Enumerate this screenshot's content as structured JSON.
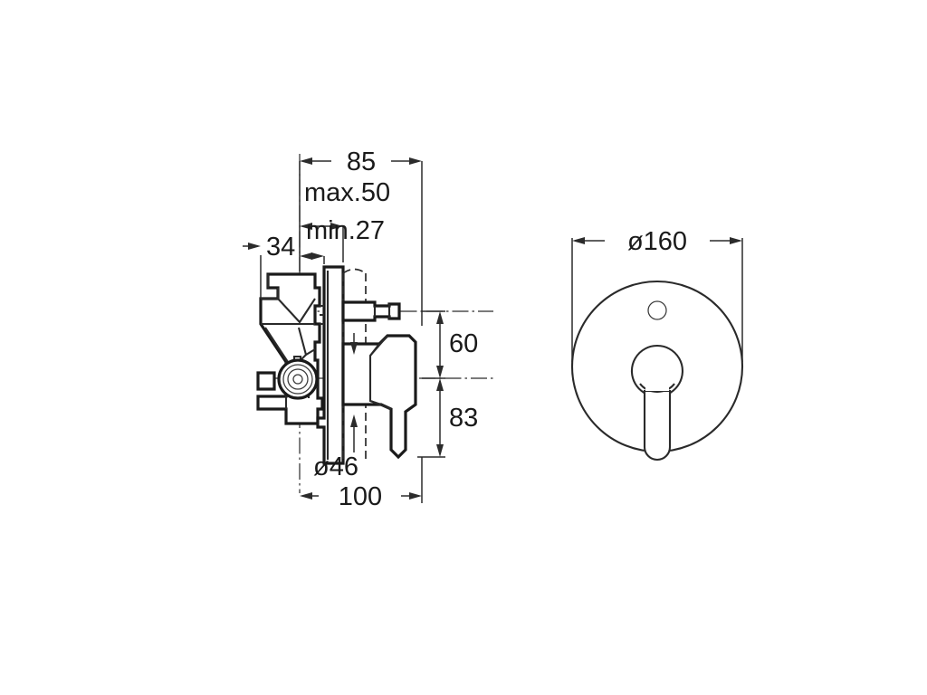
{
  "document": {
    "type": "technical-drawing",
    "subject": "Built-in bath/shower mixer with diverter",
    "background_color": "#ffffff",
    "line_color": "#1a1a1a"
  },
  "views": {
    "side": {
      "name": "side-section-view",
      "label": ""
    },
    "front": {
      "name": "front-view",
      "label": ""
    }
  },
  "dimensions": {
    "side_view": [
      {
        "id": "d-85",
        "value": "85",
        "orientation": "horizontal",
        "position": "top"
      },
      {
        "id": "d-max50",
        "value": "max.50",
        "orientation": "horizontal",
        "position": "top"
      },
      {
        "id": "d-min27",
        "value": "min.27",
        "orientation": "horizontal",
        "position": "top"
      },
      {
        "id": "d-34",
        "value": "34",
        "orientation": "horizontal",
        "position": "top-left"
      },
      {
        "id": "d-60",
        "value": "60",
        "orientation": "vertical",
        "position": "right"
      },
      {
        "id": "d-83",
        "value": "83",
        "orientation": "vertical",
        "position": "right"
      },
      {
        "id": "d-diam46",
        "value": "ø46",
        "orientation": "vertical",
        "position": "bottom"
      },
      {
        "id": "d-100",
        "value": "100",
        "orientation": "horizontal",
        "position": "bottom"
      }
    ],
    "front_view": [
      {
        "id": "d-diam160",
        "value": "ø160",
        "orientation": "horizontal",
        "position": "top"
      }
    ]
  },
  "units": "mm"
}
